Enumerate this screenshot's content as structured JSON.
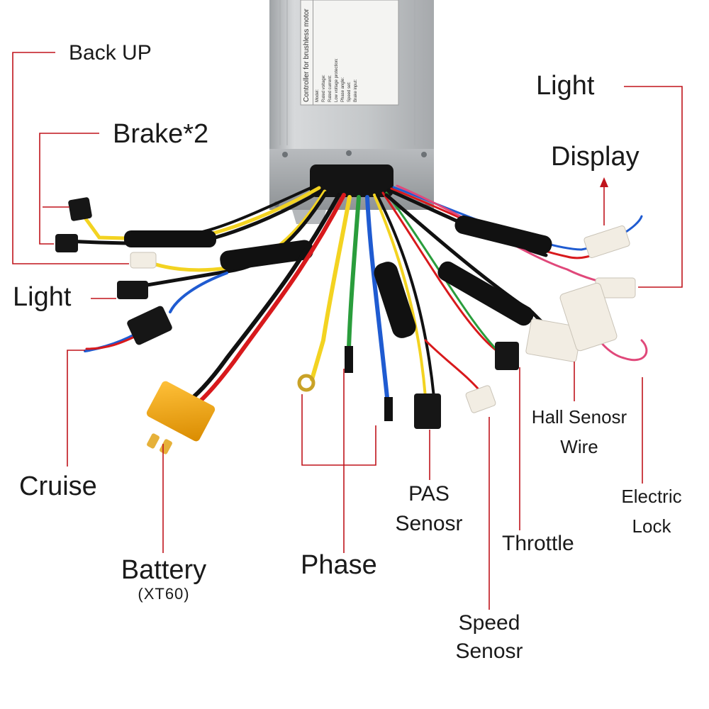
{
  "colors": {
    "leader": "#c0141c",
    "housing": "#c3c6c8",
    "heatshrink": "#111111",
    "connector_white": "#f2ede3",
    "connector_black": "#161616",
    "xt60": "#f2a70e",
    "wire_red": "#d8191c",
    "wire_yellow": "#f3d321",
    "wire_green": "#2a9d3c",
    "wire_blue": "#1f5bd1",
    "wire_pink": "#e0487a"
  },
  "controller": {
    "label_title": "Controller for brushless motor",
    "label_lines": [
      "Model:",
      "Rated voltage:",
      "Rated current:",
      "Low voltage protection:",
      "Phase angle:",
      "Speed set:",
      "Brake input:"
    ]
  },
  "labels": {
    "back_up": "Back UP",
    "brake": "Brake*2",
    "light_left": "Light",
    "cruise": "Cruise",
    "battery": "Battery",
    "battery_sub": "(XT60)",
    "phase": "Phase",
    "pas_line1": "PAS",
    "pas_line2": "Senosr",
    "speed_line1": "Speed",
    "speed_line2": "Senosr",
    "throttle": "Throttle",
    "hall_line1": "Hall Senosr",
    "hall_line2": "Wire",
    "lock_line1": "Electric",
    "lock_line2": "Lock",
    "light_right": "Light",
    "display": "Display"
  }
}
